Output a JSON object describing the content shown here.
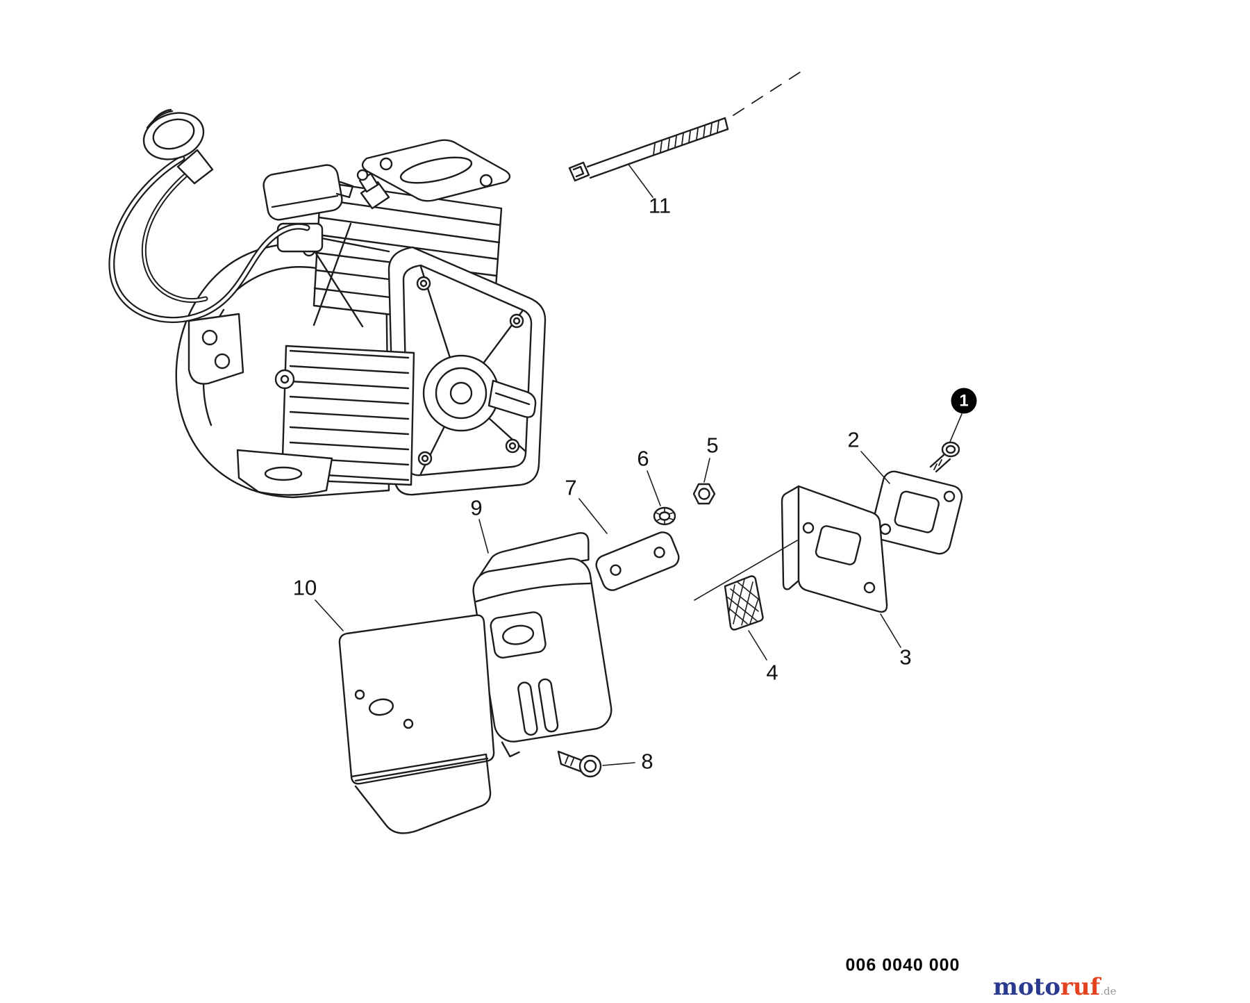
{
  "page": {
    "background_color": "#ffffff",
    "line_color": "#1c1c1c"
  },
  "diagram": {
    "callouts": {
      "c1": "1",
      "c2": "2",
      "c3": "3",
      "c4": "4",
      "c5": "5",
      "c6": "6",
      "c7": "7",
      "c8": "8",
      "c9": "9",
      "c10": "10",
      "c11": "11"
    },
    "badge": {
      "background": "#000000",
      "text_color": "#ffffff"
    },
    "part_number": "006 0040 000"
  },
  "branding": {
    "logo_word_primary": "moto",
    "logo_word_secondary": "ruf",
    "logo_suffix": ".de",
    "logo_primary_color": "#2b3a8f",
    "logo_secondary_color": "#e2431e",
    "logo_suffix_color": "#999999"
  }
}
